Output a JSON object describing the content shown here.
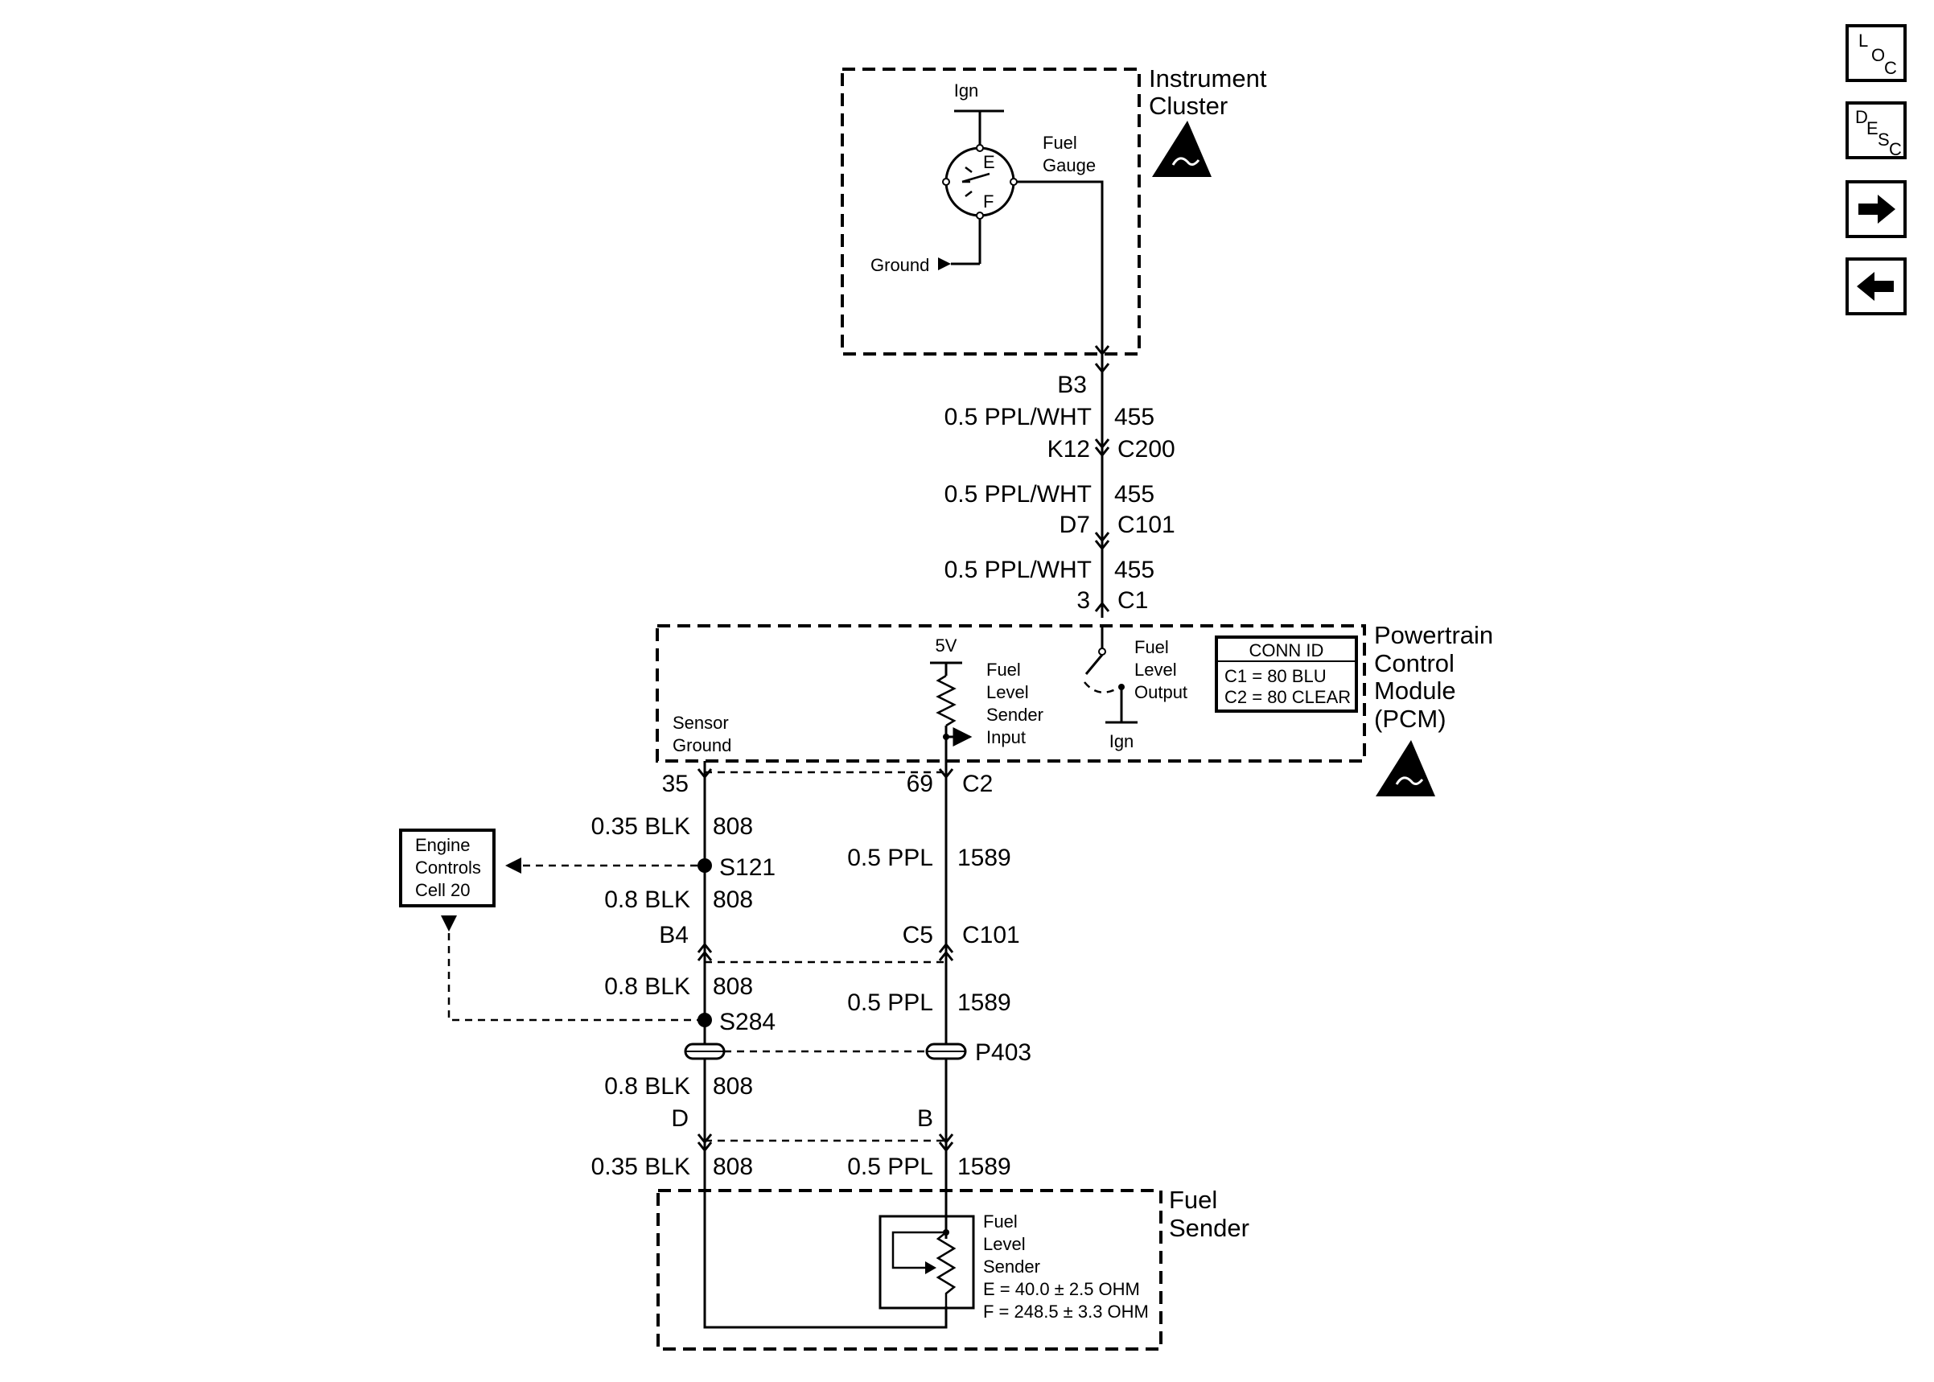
{
  "nav": {
    "loc": {
      "a": "L",
      "b": "O",
      "c": "C"
    },
    "desc": {
      "a": "D",
      "b": "E",
      "c": "S",
      "d": "C"
    },
    "next_icon": "right-arrow-icon",
    "prev_icon": "left-arrow-icon"
  },
  "instrument_cluster": {
    "title_1": "Instrument",
    "title_2": "Cluster",
    "ign": "Ign",
    "fuel_1": "Fuel",
    "fuel_2": "Gauge",
    "gauge_e": "E",
    "gauge_f": "F",
    "ground": "Ground",
    "esd_icon": "esd-warning-icon"
  },
  "circuit_455": {
    "pin_b3": "B3",
    "seg1_wire": "0.5 PPL/WHT",
    "seg1_num": "455",
    "pin_k12": "K12",
    "conn_c200": "C200",
    "seg2_wire": "0.5 PPL/WHT",
    "seg2_num": "455",
    "pin_d7": "D7",
    "conn_c101": "C101",
    "seg3_wire": "0.5 PPL/WHT",
    "seg3_num": "455",
    "pin_3": "3",
    "conn_c1": "C1"
  },
  "pcm": {
    "title_1": "Powertrain",
    "title_2": "Control",
    "title_3": "Module",
    "title_4": "(PCM)",
    "v5": "5V",
    "fls_1": "Fuel",
    "fls_2": "Level",
    "fls_3": "Sender",
    "fls_4": "Input",
    "flo_1": "Fuel",
    "flo_2": "Level",
    "flo_3": "Output",
    "ign": "Ign",
    "sg_1": "Sensor",
    "sg_2": "Ground",
    "conn_id_title": "CONN ID",
    "conn_c1": "C1 = 80 BLU",
    "conn_c2": "C2 = 80 CLEAR",
    "esd_icon": "esd-warning-icon"
  },
  "left_circuit": {
    "pin_35": "35",
    "w1": "0.35 BLK",
    "n1": "808",
    "s121": "S121",
    "w2": "0.8 BLK",
    "n2": "808",
    "pin_b4": "B4",
    "w3": "0.8 BLK",
    "n3": "808",
    "s284": "S284",
    "w4": "0.8 BLK",
    "n4": "808",
    "pin_d": "D",
    "w5": "0.35 BLK",
    "n5": "808"
  },
  "right_circuit": {
    "pin_69": "69",
    "conn_c2": "C2",
    "w1": "0.5 PPL",
    "n1": "1589",
    "pin_c5": "C5",
    "conn_c101": "C101",
    "w2": "0.5 PPL",
    "n2": "1589",
    "p403": "P403",
    "pin_b": "B",
    "w3": "0.5 PPL",
    "n3": "1589"
  },
  "engine_controls": {
    "l1": "Engine",
    "l2": "Controls",
    "l3": "Cell 20"
  },
  "fuel_sender": {
    "title_1": "Fuel",
    "title_2": "Sender",
    "l1": "Fuel",
    "l2": "Level",
    "l3": "Sender",
    "e_val": "E = 40.0 ± 2.5 OHM",
    "f_val": "F = 248.5 ± 3.3 OHM"
  }
}
